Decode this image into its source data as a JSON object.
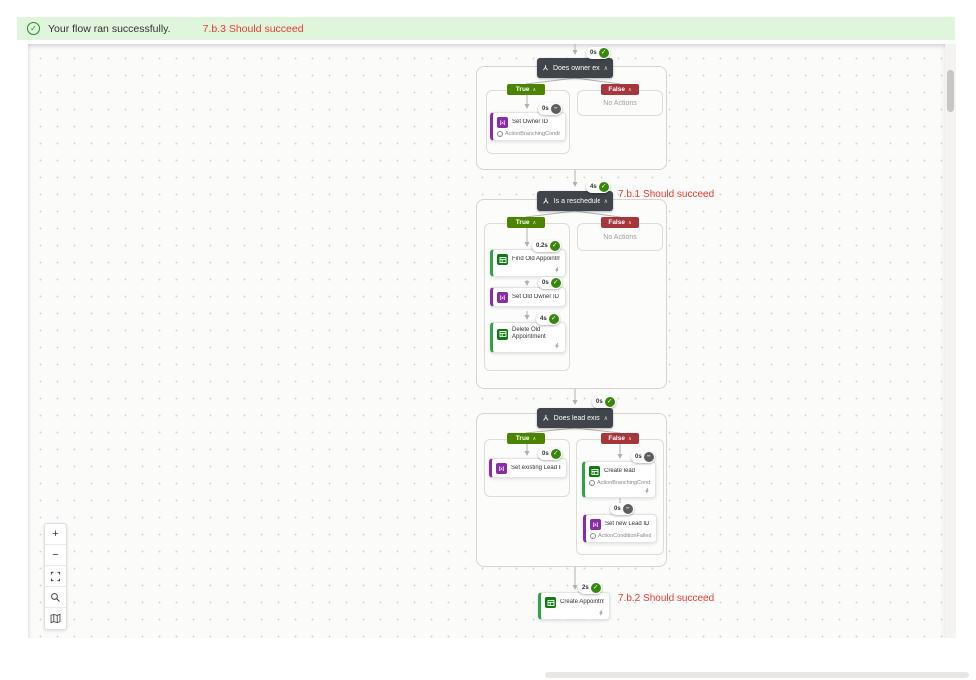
{
  "banner": {
    "message": "Your flow ran successfully.",
    "annotation": "7.b.3 Should succeed"
  },
  "icons": {
    "check": "✓",
    "skip": "−",
    "chevron_up": "∧",
    "info": "i",
    "variable_glyph": "[x]",
    "zoom_in": "+",
    "zoom_out": "−"
  },
  "colors": {
    "banner_bg": "#dff6dd",
    "success_green": "#36870c",
    "skipped_gray": "#5f5e5c",
    "true_label_green": "#4a8400",
    "false_label_red": "#a4363c",
    "variable_purple": "#8a2da5",
    "dataverse_green": "#107c10",
    "annotation_red": "#ef3a30",
    "condition_header": "#3f454a"
  },
  "flow": {
    "cond1": {
      "title": "Does owner exist",
      "duration": "0s",
      "true_label": "True",
      "false_label": "False",
      "no_actions": "No Actions",
      "action": {
        "title": "Set Owner ID",
        "duration": "0s",
        "note": "ActionBranchingCondition..."
      }
    },
    "cond2": {
      "title": "Is a reschedule",
      "duration": "4s",
      "annotation": "7.b.1 Should succeed",
      "true_label": "True",
      "false_label": "False",
      "no_actions": "No Actions",
      "actions": [
        {
          "title": "Find Old Appointment",
          "duration": "0.2s"
        },
        {
          "title": "Set Old Owner ID",
          "duration": "0s"
        },
        {
          "title": "Delete Old Appointment",
          "duration": "4s"
        }
      ]
    },
    "cond3": {
      "title": "Does lead exist",
      "duration": "0s",
      "true_label": "True",
      "false_label": "False",
      "true_action": {
        "title": "Set existing Lead ID",
        "duration": "0s"
      },
      "false_actions": [
        {
          "title": "Create lead",
          "duration": "0s",
          "note": "ActionBranchingCondition..."
        },
        {
          "title": "Set new Lead ID",
          "duration": "0s",
          "note": "ActionConditionFailed. The..."
        }
      ]
    },
    "final_action": {
      "title": "Create Appointment",
      "duration": "2s",
      "annotation": "7.b.2 Should succeed"
    }
  }
}
